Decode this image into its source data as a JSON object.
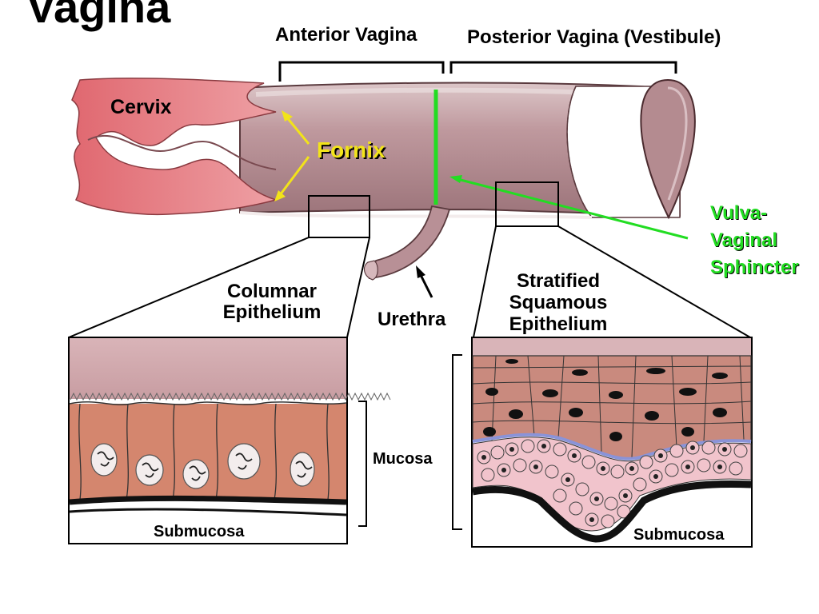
{
  "title": "Vagina",
  "labels": {
    "anterior": "Anterior Vagina",
    "posterior": "Posterior Vagina (Vestibule)",
    "cervix": "Cervix",
    "fornix": "Fornix",
    "sphincter_1": "Vulva-",
    "sphincter_2": "Vaginal",
    "sphincter_3": "Sphincter",
    "columnar_1": "Columnar",
    "columnar_2": "Epithelium",
    "urethra": "Urethra",
    "stratified_1": "Stratified",
    "stratified_2": "Squamous",
    "stratified_3": "Epithelium",
    "mucosa": "Mucosa",
    "submucosa_left": "Submucosa",
    "submucosa_right": "Submucosa"
  },
  "colors": {
    "cervix": "#e07a80",
    "vagina_tube": "#b89096",
    "cell_fill": "#d4866e",
    "squamous_top": "#c98a7e",
    "basal_cell": "#f1c4cc",
    "fornix_text": "#f2e31a",
    "sphincter": "#22dd22",
    "basement_line": "#8a93d8"
  }
}
